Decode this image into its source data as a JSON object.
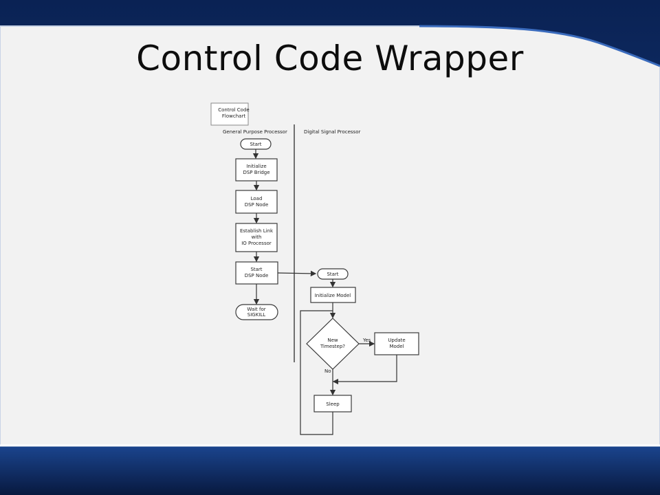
{
  "slide": {
    "title": "Control Code Wrapper",
    "colors": {
      "dark_blue": "#0f2a5c",
      "mid_blue": "#2d5aa6",
      "content_bg": "#f2f2f2"
    }
  },
  "flowchart": {
    "legend": "Control Code\nFlowchart",
    "lanes": {
      "left": "General Purpose Processor",
      "right": "Digital Signal Processor"
    },
    "gpp_nodes": {
      "start": "Start",
      "init_bridge": "Initialize\nDSP Bridge",
      "load_node": "Load\nDSP Node",
      "establish_link": "Establish Link\nwith\nIO Processor",
      "start_dsp_node": "Start\nDSP Node",
      "wait_sigkill": "Wait for\nSIGKILL"
    },
    "dsp_nodes": {
      "start": "Start",
      "init_model": "Initialize Model",
      "decision": "New\nTimestep?",
      "update_model": "Update\nModel",
      "sleep": "Sleep"
    },
    "edge_labels": {
      "yes": "Yes",
      "no": "No"
    }
  }
}
